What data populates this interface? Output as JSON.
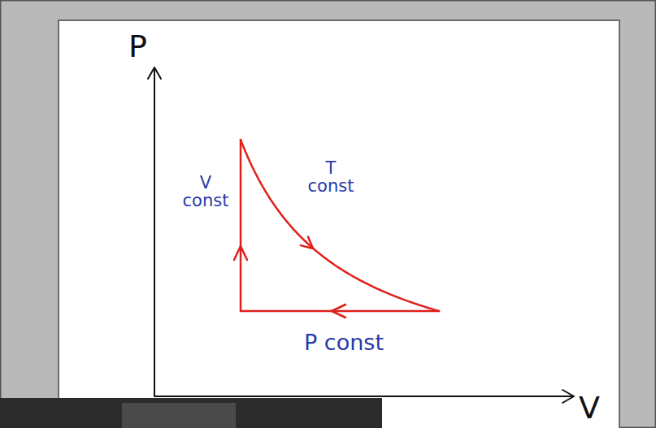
{
  "diagram": {
    "labels": [
      "P",
      "V",
      "V const",
      "T const",
      "P const"
    ]
  }
}
